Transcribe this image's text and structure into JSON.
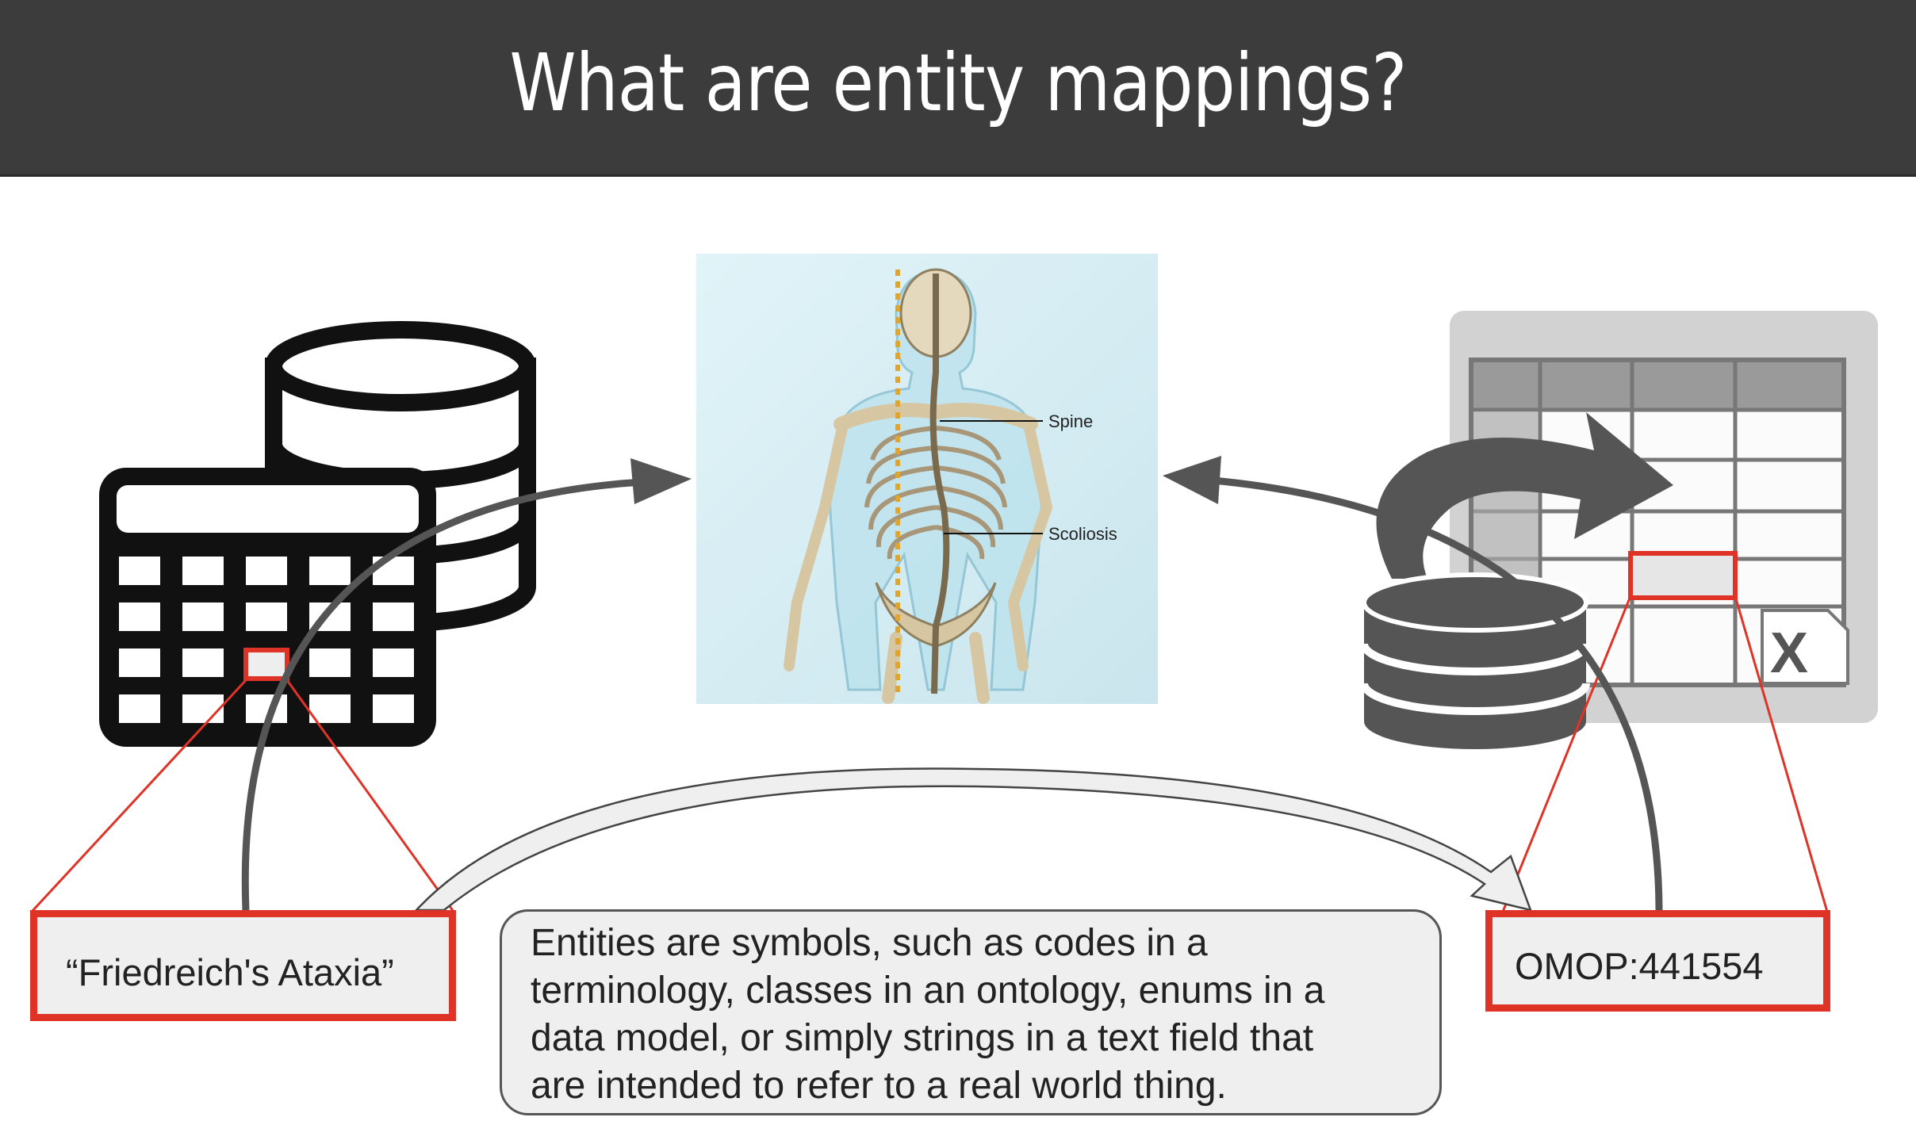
{
  "title": "What are entity mappings?",
  "source_box": {
    "text": "“Friedreich's Ataxia”"
  },
  "target_box": {
    "text": "OMOP:441554"
  },
  "description": "Entities are symbols, such as codes in a\nterminology, classes in an ontology, enums in a\ndata model, or simply strings in a text field that\nare intended to refer to a real world thing.",
  "illustration": {
    "labels": [
      "Spine",
      "Scoliosis"
    ]
  },
  "icons": [
    "database-table-icon",
    "spreadsheet-database-icon",
    "excel-x-icon",
    "skeleton-illustration"
  ],
  "colors": {
    "header_bg": "#3c3c3c",
    "highlight_red": "#e03327",
    "arrow_gray": "#555555",
    "box_fill": "#efefef"
  }
}
